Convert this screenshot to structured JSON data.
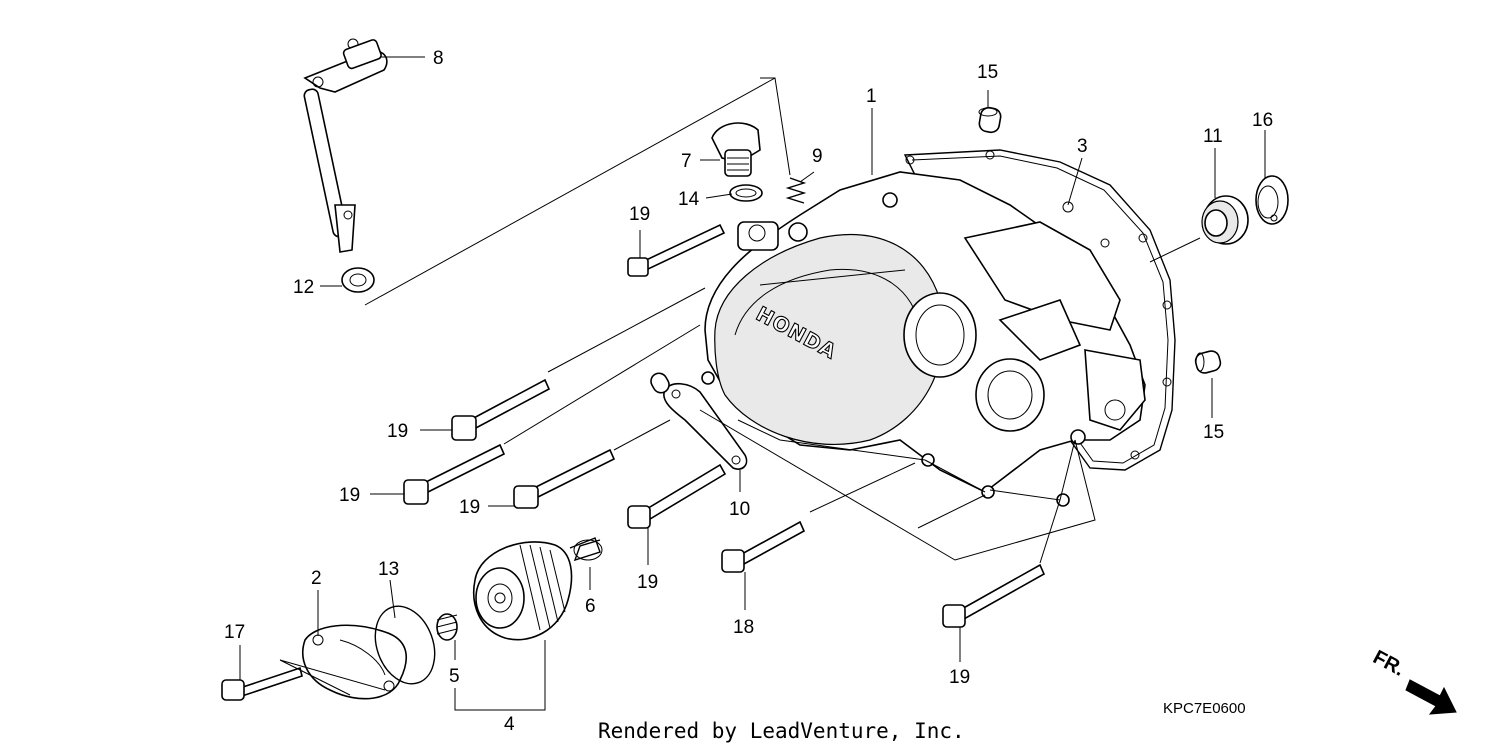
{
  "diagram": {
    "callouts": {
      "c1": "1",
      "c2": "2",
      "c3": "3",
      "c4": "4",
      "c5": "5",
      "c6": "6",
      "c7": "7",
      "c8": "8",
      "c9": "9",
      "c10": "10",
      "c11": "11",
      "c12": "12",
      "c13": "13",
      "c14": "14",
      "c15a": "15",
      "c15b": "15",
      "c16": "16",
      "c17": "17",
      "c18": "18",
      "c19a": "19",
      "c19b": "19",
      "c19c": "19",
      "c19d": "19",
      "c19e": "19",
      "c19f": "19"
    },
    "cover_brand": "HONDA",
    "front_indicator": "FR.",
    "diagram_code": "KPC7E0600",
    "credit": "Rendered by LeadVenture, Inc."
  }
}
